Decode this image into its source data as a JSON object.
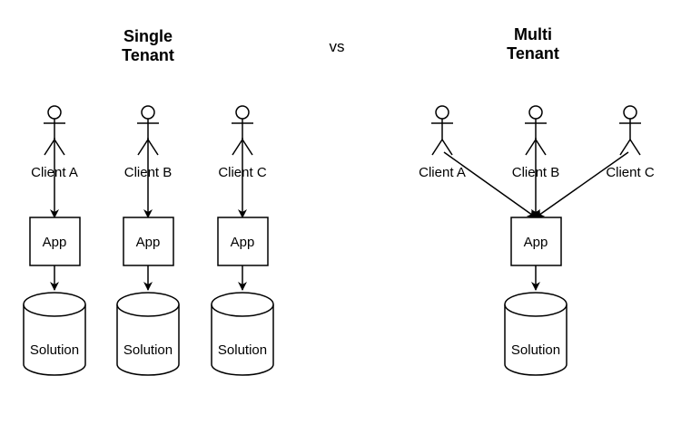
{
  "titles": {
    "single_line1": "Single",
    "single_line2": "Tenant",
    "vs": "vs",
    "multi_line1": "Multi",
    "multi_line2": "Tenant"
  },
  "single_tenant": {
    "clients": [
      "Client A",
      "Client B",
      "Client C"
    ],
    "app_label": "App",
    "solution_label": "Solution"
  },
  "multi_tenant": {
    "clients": [
      "Client A",
      "Client B",
      "Client C"
    ],
    "app_label": "App",
    "solution_label": "Solution"
  }
}
